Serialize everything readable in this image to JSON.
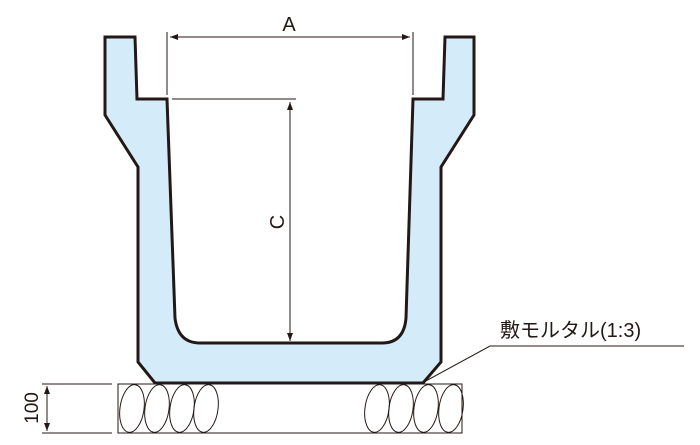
{
  "labels": {
    "dimension_a": "A",
    "dimension_c": "C",
    "base_thickness": "100",
    "mortar_note": "敷モルタル(1:3)"
  },
  "colors": {
    "channel_fill": "#d4ecf9",
    "outline": "#231815"
  }
}
